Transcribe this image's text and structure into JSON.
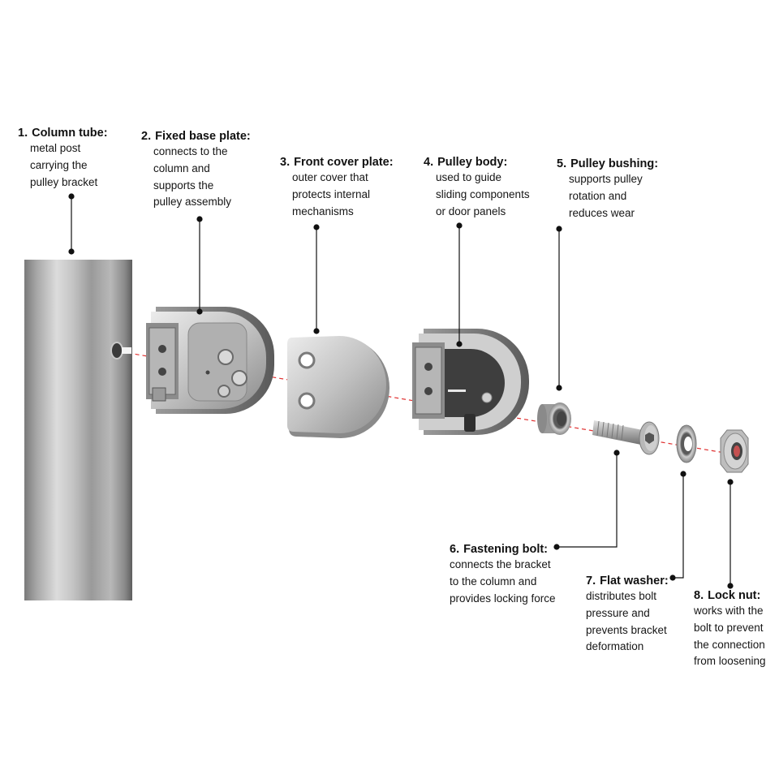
{
  "callouts": [
    {
      "num": "1.",
      "title": "Column tube:",
      "desc": [
        "metal post",
        "carrying the",
        "pulley bracket"
      ]
    },
    {
      "num": "2.",
      "title": "Fixed base plate:",
      "desc": [
        "connects to the",
        "column and",
        "supports the",
        "pulley assembly"
      ]
    },
    {
      "num": "3.",
      "title": "Front cover plate:",
      "desc": [
        "outer cover that",
        "protects internal",
        "mechanisms"
      ]
    },
    {
      "num": "4.",
      "title": "Pulley body:",
      "desc": [
        "used to guide",
        "sliding components",
        "or door panels"
      ]
    },
    {
      "num": "5.",
      "title": "Pulley bushing:",
      "desc": [
        "supports pulley",
        "rotation and",
        "reduces wear"
      ]
    },
    {
      "num": "6.",
      "title": "Fastening bolt:",
      "desc": [
        "connects the bracket",
        "to the column and",
        "provides locking force"
      ]
    },
    {
      "num": "7.",
      "title": "Flat washer:",
      "desc": [
        "distributes bolt",
        "pressure and",
        "prevents bracket",
        "deformation"
      ]
    },
    {
      "num": "8.",
      "title": "Lock nut:",
      "desc": [
        "works with the",
        "bolt to prevent",
        "the connection",
        "from loosening"
      ]
    }
  ],
  "colors": {
    "leader": "#111111",
    "axis_line": "#e03030",
    "metal_light": "#e6e6e6",
    "metal_mid": "#b4b4b4",
    "metal_dark": "#6e6e6e"
  }
}
